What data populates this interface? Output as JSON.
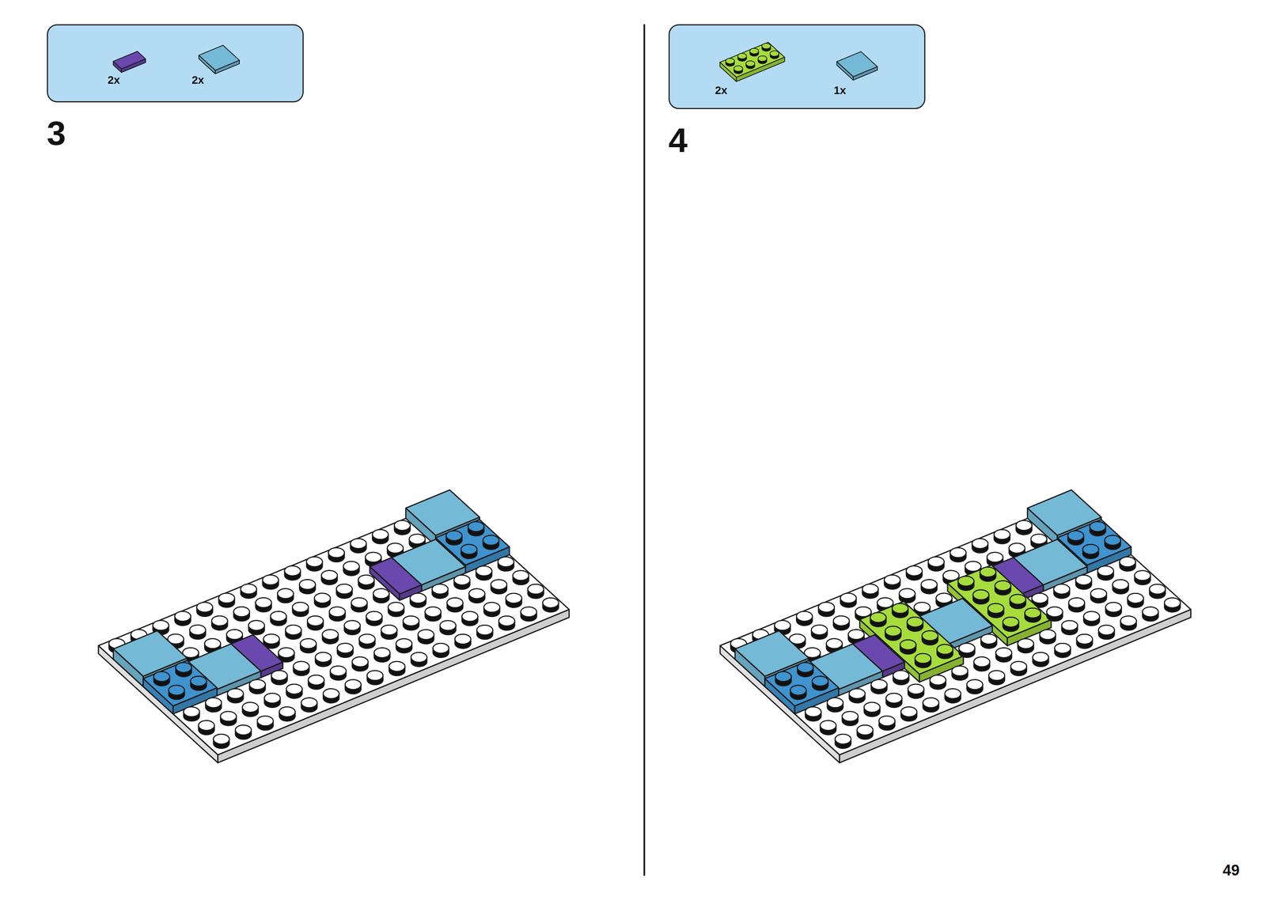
{
  "diagram": {
    "nodes": [
      {
        "text": [
          "2x",
          "2x"
        ]
      },
      {
        "text": [
          "2x",
          "1x"
        ]
      }
    ],
    "labels": [
      "3",
      "4",
      "49"
    ]
  }
}
